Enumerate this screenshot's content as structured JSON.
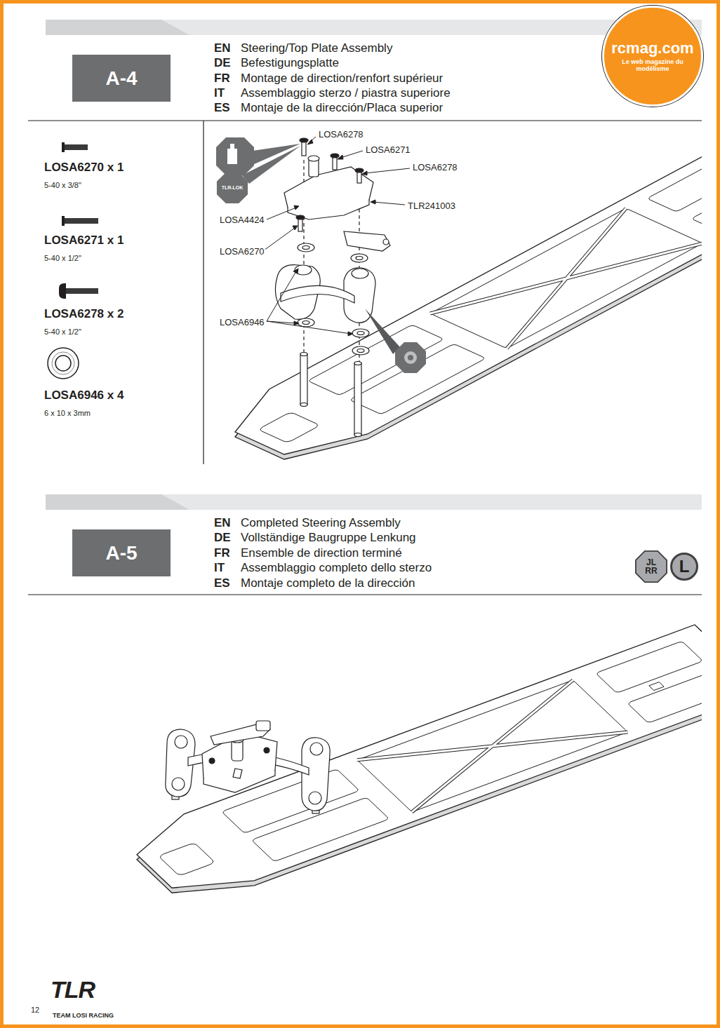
{
  "diagram": {
    "nodes": [
      {
        "text": [
          "A-4"
        ]
      },
      {
        "text": [
          "rcmag.com",
          "Le web magazine du modélisme"
        ]
      },
      {
        "text": [
          "TLR-LOK"
        ]
      },
      {
        "text": [
          "A-5"
        ]
      },
      {
        "text": [
          "JL RR"
        ]
      },
      {
        "text": [
          "L"
        ]
      }
    ],
    "labels": [
      "EN",
      "Steering/Top Plate Assembly",
      "DE",
      "Befestigungsplatte",
      "FR",
      "Montage de direction/renfort supérieur",
      "IT",
      "Assemblaggio sterzo / piastra superiore",
      "ES",
      "Montaje de la dirección/Placa superior",
      "LOSA6270 x 1",
      "5-40 x 3/8\"",
      "LOSA6271 x 1",
      "5-40 x 1/2\"",
      "LOSA6278 x 2",
      "5-40 x 1/2\"",
      "LOSA6946 x 4",
      "6 x 10 x 3mm",
      "LOSA6278",
      "LOSA6271",
      "LOSA6278",
      "TLR241003",
      "LOSA4424",
      "LOSA6270",
      "LOSA6946",
      "EN",
      "Completed Steering Assembly",
      "DE",
      "Vollständige Baugruppe Lenkung",
      "FR",
      "Ensemble de direction terminé",
      "IT",
      "Assemblaggio completo dello sterzo",
      "ES",
      "Montaje completo de la dirección",
      "TLR",
      "TEAM LOSI RACING",
      "12"
    ]
  }
}
